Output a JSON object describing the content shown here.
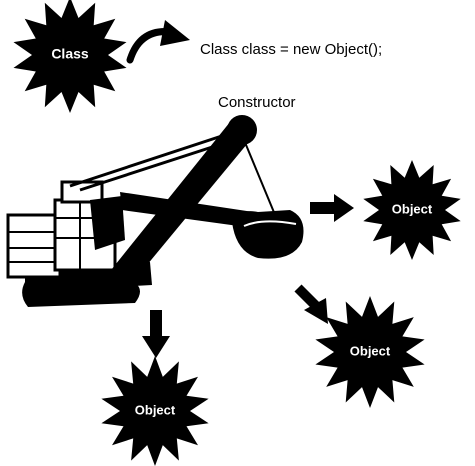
{
  "colors": {
    "ink": "#000000",
    "paper": "#ffffff",
    "text_on_star": "#ffffff"
  },
  "labels": {
    "class_star": "Class",
    "code": "Class class = new Object();",
    "constructor": "Constructor",
    "object_right": "Object",
    "object_mid": "Object",
    "object_bottom": "Object"
  },
  "icons": {
    "class_badge": "starburst-badge",
    "curved_arrow": "curved-arrow-right",
    "machine": "power-shovel-excavator",
    "arrows": "straight-arrow"
  }
}
